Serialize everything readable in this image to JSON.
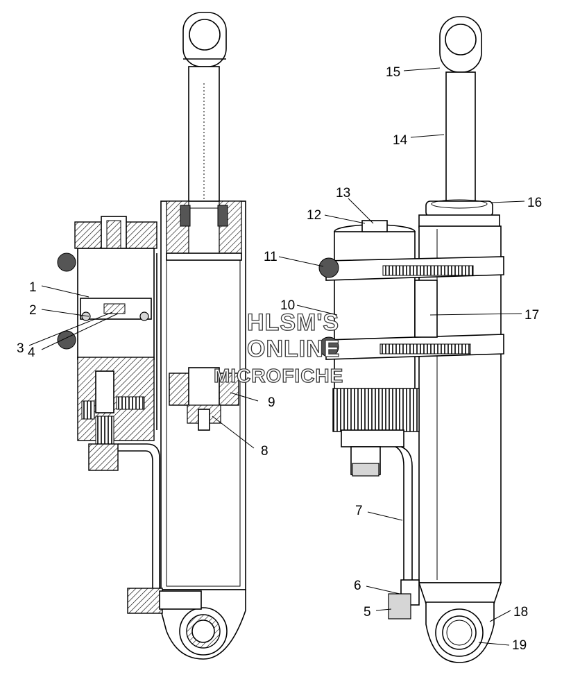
{
  "watermark": {
    "line1": "HLSM'S",
    "line2": "ONLINE",
    "line3": "MICROFICHE"
  },
  "callouts": [
    {
      "id": "1",
      "label": "1"
    },
    {
      "id": "2",
      "label": "2"
    },
    {
      "id": "3",
      "label": "3"
    },
    {
      "id": "4",
      "label": "4"
    },
    {
      "id": "5",
      "label": "5"
    },
    {
      "id": "6",
      "label": "6"
    },
    {
      "id": "7",
      "label": "7"
    },
    {
      "id": "8",
      "label": "8"
    },
    {
      "id": "9",
      "label": "9"
    },
    {
      "id": "10",
      "label": "10"
    },
    {
      "id": "11",
      "label": "11"
    },
    {
      "id": "12",
      "label": "12"
    },
    {
      "id": "13",
      "label": "13"
    },
    {
      "id": "14",
      "label": "14"
    },
    {
      "id": "15",
      "label": "15"
    },
    {
      "id": "16",
      "label": "16"
    },
    {
      "id": "17",
      "label": "17"
    },
    {
      "id": "18",
      "label": "18"
    },
    {
      "id": "19",
      "label": "19"
    }
  ],
  "colors": {
    "line": "#000000",
    "background": "#ffffff",
    "hatch": "#d6d6d6"
  }
}
